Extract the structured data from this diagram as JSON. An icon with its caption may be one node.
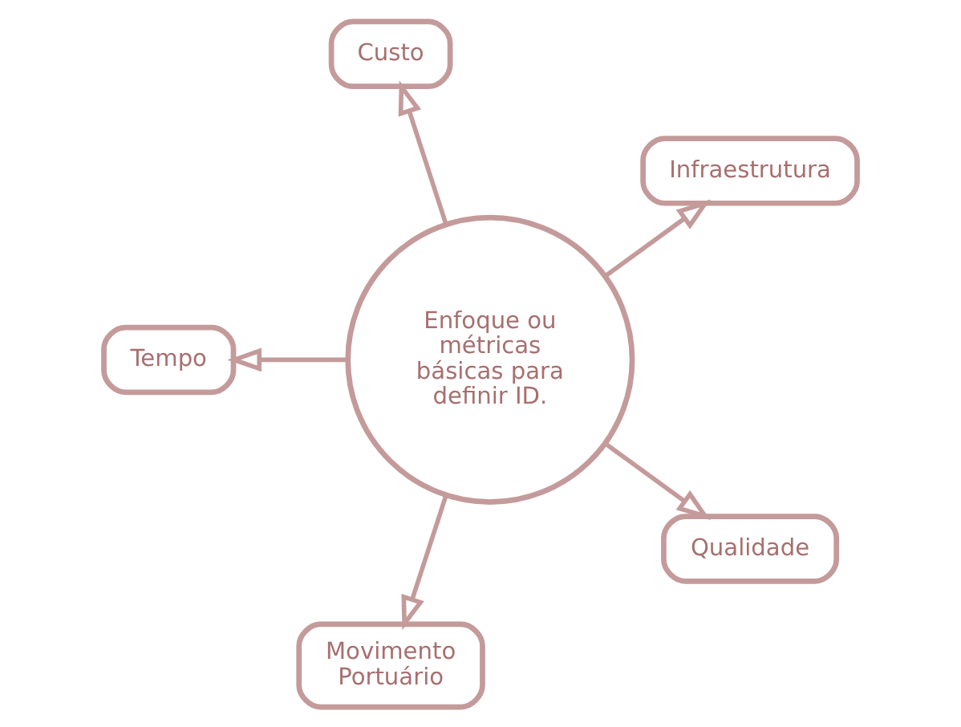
{
  "diagram": {
    "nodes": [
      {
        "text": [
          "Infraestrutura"
        ]
      },
      {
        "text": [
          "Custo"
        ]
      },
      {
        "text": [
          "Tempo"
        ]
      },
      {
        "text": [
          "Enfoque ou métricas básicas para definir ID."
        ]
      },
      {
        "text": [
          "Movimento Portuário"
        ]
      },
      {
        "text": [
          "Qualidade"
        ]
      }
    ],
    "edges": [
      {
        "from": 3,
        "to": 0,
        "arrow": "to"
      },
      {
        "from": 3,
        "to": 1,
        "arrow": "to"
      },
      {
        "from": 3,
        "to": 2,
        "arrow": "to"
      },
      {
        "from": 3,
        "to": 4,
        "arrow": "to"
      },
      {
        "from": 3,
        "to": 5,
        "arrow": "to"
      }
    ]
  }
}
